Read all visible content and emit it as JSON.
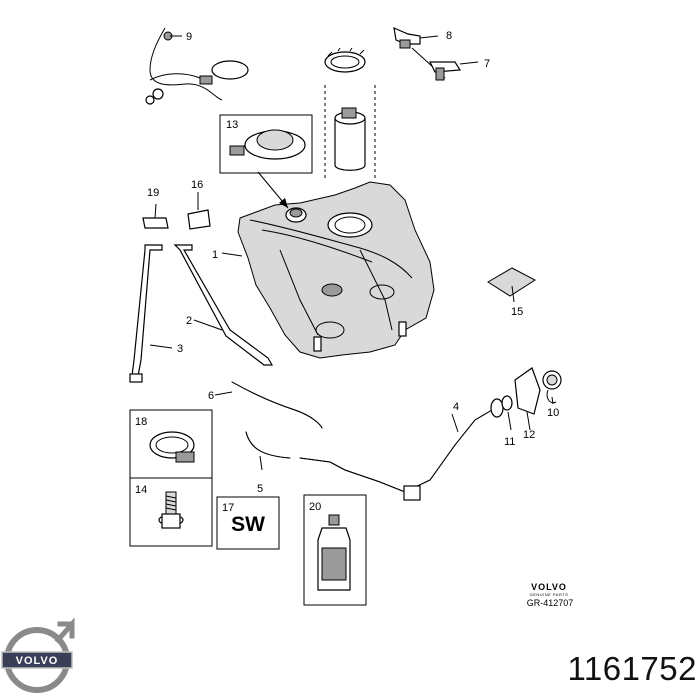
{
  "callouts": {
    "c1": "1",
    "c2": "2",
    "c3": "3",
    "c4": "4",
    "c5": "5",
    "c6": "6",
    "c7": "7",
    "c8": "8",
    "c9": "9",
    "c10": "10",
    "c11": "11",
    "c12": "12",
    "c13": "13",
    "c14": "14",
    "c15": "15",
    "c16": "16",
    "c17": "17",
    "c18": "18",
    "c19": "19",
    "c20": "20"
  },
  "sw_label": "SW",
  "brand": {
    "mark": "VOLVO",
    "subline": "GENUINE PARTS",
    "drawing_ref": "GR-412707",
    "logo_text": "VOLVO"
  },
  "part_number": "1161752",
  "colors": {
    "line": "#000000",
    "part_fill": "#d9d9d9",
    "logo_ring": "#8a8a8a",
    "logo_bar": "#3a3f57"
  }
}
